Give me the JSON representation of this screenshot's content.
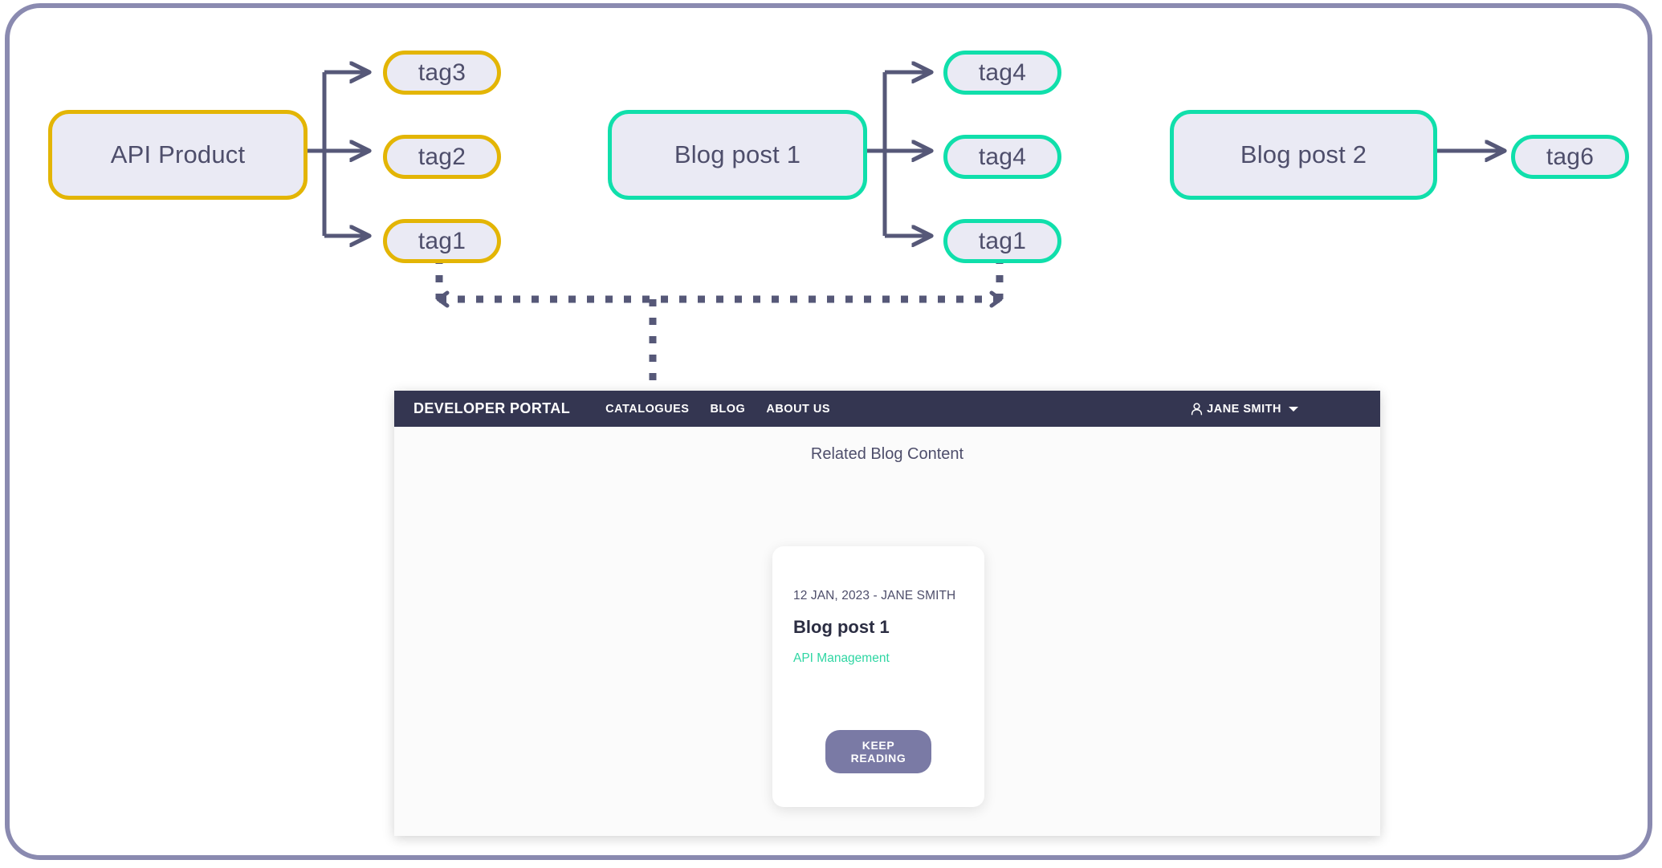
{
  "diagram": {
    "entities": [
      {
        "id": "api-product",
        "label": "API Product",
        "accent": "#e3b505"
      },
      {
        "id": "blog-post-1",
        "label": "Blog post 1",
        "accent": "#10dfab"
      },
      {
        "id": "blog-post-2",
        "label": "Blog post 2",
        "accent": "#10dfab"
      }
    ],
    "tags": [
      {
        "id": "tag3-api",
        "label": "tag3",
        "accent": "#e3b505",
        "parent": "API Product"
      },
      {
        "id": "tag2-api",
        "label": "tag2",
        "accent": "#e3b505",
        "parent": "API Product"
      },
      {
        "id": "tag1-api",
        "label": "tag1",
        "accent": "#e3b505",
        "parent": "API Product"
      },
      {
        "id": "tag4-a",
        "label": "tag4",
        "accent": "#10dfab",
        "parent": "Blog post 1"
      },
      {
        "id": "tag4-b",
        "label": "tag4",
        "accent": "#10dfab",
        "parent": "Blog post 1"
      },
      {
        "id": "tag1-blog",
        "label": "tag1",
        "accent": "#10dfab",
        "parent": "Blog post 1"
      },
      {
        "id": "tag6",
        "label": "tag6",
        "accent": "#10dfab",
        "parent": "Blog post 2"
      }
    ],
    "match_link": {
      "from": "tag1-api",
      "to": "tag1-blog",
      "style": "dashed",
      "target": "blog-card"
    },
    "colors": {
      "node_fill": "#eaeaf4",
      "node_text": "#4e4e6b",
      "connector": "#565878",
      "gold": "#e3b505",
      "teal": "#10dfab",
      "frame_border": "#8a8ab0"
    }
  },
  "portal": {
    "brand": "DEVELOPER PORTAL",
    "nav": [
      {
        "label": "CATALOGUES"
      },
      {
        "label": "BLOG"
      },
      {
        "label": "ABOUT US"
      }
    ],
    "user": {
      "name": "JANE SMITH",
      "icon": "person-icon",
      "caret": "chevron-down-icon"
    },
    "heading": "Related Blog Content",
    "card": {
      "meta": "12 JAN, 2023 - JANE SMITH",
      "title": "Blog post 1",
      "tag": "API Management",
      "button": "KEEP READING"
    }
  }
}
